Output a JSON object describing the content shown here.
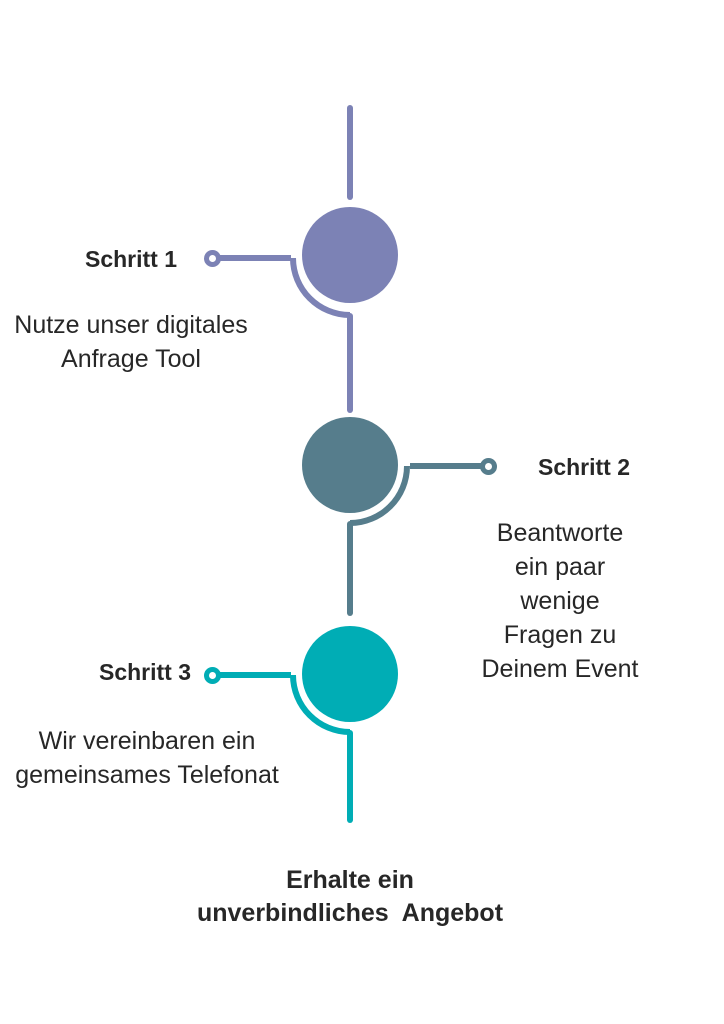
{
  "colors": {
    "background": "#ffffff",
    "text": "#272727",
    "step1": "#7c82b5",
    "step2": "#567d8c",
    "step3": "#00adb5"
  },
  "steps": [
    {
      "label": "Schritt 1",
      "description": "Nutze unser digitales\nAnfrage Tool",
      "color": "#7c82b5",
      "side": "left"
    },
    {
      "label": "Schritt 2",
      "description": "Beantworte ein paar wenige\nFragen zu Deinem Event",
      "color": "#567d8c",
      "side": "right"
    },
    {
      "label": "Schritt 3",
      "description": "Wir vereinbaren ein\ngemeinsames Telefonat",
      "color": "#00adb5",
      "side": "left"
    }
  ],
  "footer": {
    "text": "Erhalte ein\nunverbindliches  Angebot"
  }
}
